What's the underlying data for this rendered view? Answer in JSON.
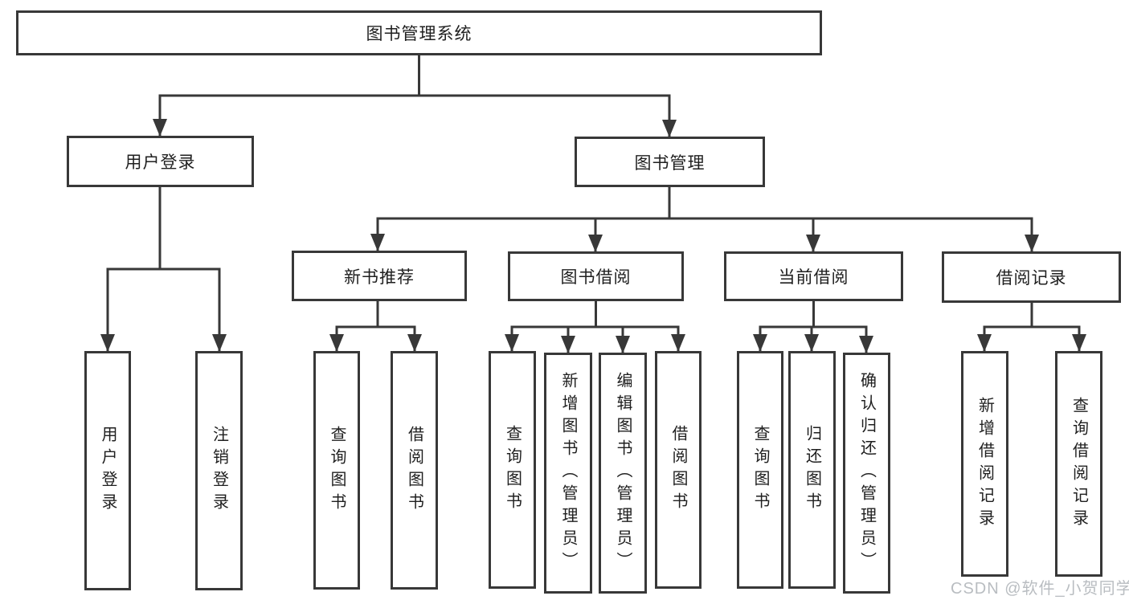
{
  "diagram": {
    "title": "图书管理系统",
    "nodes": {
      "root": "图书管理系统",
      "user_login": "用户登录",
      "book_mgmt": "图书管理",
      "new_books": "新书推荐",
      "book_borrow": "图书借阅",
      "current_borrow": "当前借阅",
      "borrow_records": "借阅记录",
      "user_login_children": [
        "用户登录",
        "注销登录"
      ],
      "new_books_children": [
        "查询图书",
        "借阅图书"
      ],
      "book_borrow_children": [
        "查询图书",
        "新增图书（管理员）",
        "编辑图书（管理员）",
        "借阅图书"
      ],
      "current_borrow_children": [
        "查询图书",
        "归还图书",
        "确认归还（管理员）"
      ],
      "borrow_records_children": [
        "新增借阅记录",
        "查询借阅记录"
      ]
    }
  },
  "watermark": "CSDN @软件_小贺同学",
  "colors": {
    "line": "#383838",
    "box_border": "#383838",
    "text": "#1f1f1f",
    "watermark": "#b9bdc1",
    "background": "#ffffff"
  }
}
